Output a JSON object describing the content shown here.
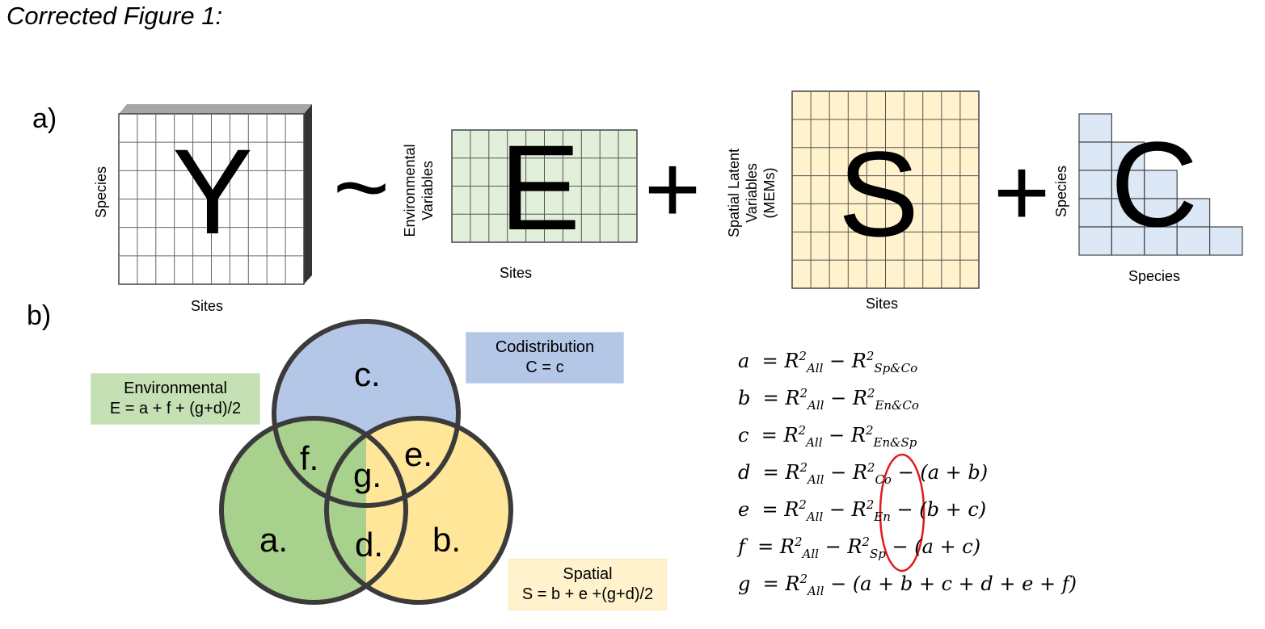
{
  "figure_title": "Corrected Figure 1:",
  "panel_a": {
    "label": "a)",
    "y_matrix": {
      "letter": "Y",
      "row_label": "Species",
      "col_label": "Sites"
    },
    "tilde": "~",
    "e_matrix": {
      "letter": "E",
      "row_label_line1": "Environmental",
      "row_label_line2": "Variables",
      "col_label": "Sites",
      "fill": "#e2efda"
    },
    "plus1": "+",
    "s_matrix": {
      "letter": "S",
      "row_label_line1": "Spatial Latent",
      "row_label_line2": "Variables",
      "row_label_line3": "(MEMs)",
      "col_label": "Sites",
      "fill": "#fff2cc"
    },
    "plus2": "+",
    "c_matrix": {
      "letter": "C",
      "row_label": "Species",
      "col_label": "Species",
      "fill": "#dde8f6"
    }
  },
  "panel_b": {
    "label": "b)",
    "venn": {
      "regions": [
        "c.",
        "f.",
        "e.",
        "g.",
        "a.",
        "d.",
        "b."
      ],
      "colors": {
        "codistribution": "#b4c7e7",
        "environmental": "#a9d18e",
        "spatial": "#ffe699",
        "outline": "#3b3b3b"
      }
    },
    "boxes": {
      "codistribution": {
        "title": "Codistribution",
        "formula": "C = c",
        "fill": "#b4c7e7"
      },
      "environmental": {
        "title": "Environmental",
        "formula": "E = a + f + (g+d)/2",
        "fill": "#c5e0b4"
      },
      "spatial": {
        "title": "Spatial",
        "formula": "S = b + e +(g+d)/2",
        "fill": "#fff2cc"
      }
    },
    "equations": [
      {
        "lhs": "a",
        "rhs": "= R",
        "sub_all": "All",
        "minus": "− R",
        "sub2": "Sp&Co",
        "tail": ""
      },
      {
        "lhs": "b",
        "rhs": "= R",
        "sub_all": "All",
        "minus": "− R",
        "sub2": "En&Co",
        "tail": ""
      },
      {
        "lhs": "c",
        "rhs": "= R",
        "sub_all": "All",
        "minus": "− R",
        "sub2": "En&Sp",
        "tail": ""
      },
      {
        "lhs": "d",
        "rhs": "= R",
        "sub_all": "All",
        "minus": "− R",
        "sub2": "Co",
        "tail": "− (a + b)"
      },
      {
        "lhs": "e",
        "rhs": "= R",
        "sub_all": "All",
        "minus": "− R",
        "sub2": "En",
        "tail": "− (b + c)"
      },
      {
        "lhs": "f",
        "rhs": "= R",
        "sub_all": "All",
        "minus": "− R",
        "sub2": "Sp",
        "tail": "− (a + c)"
      },
      {
        "lhs": "g",
        "rhs": "= R",
        "sub_all": "All",
        "minus": "",
        "sub2": "",
        "tail": "− (a + b + c + d + e + f)"
      }
    ],
    "sup": "2",
    "highlight_color": "#e01b1b"
  }
}
